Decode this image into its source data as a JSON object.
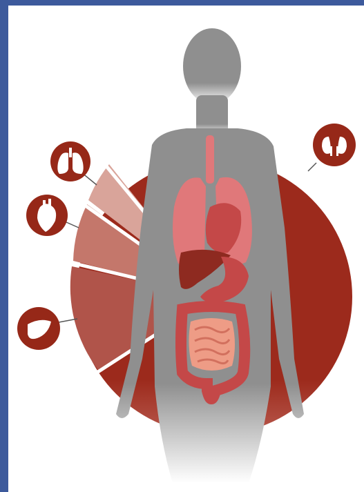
{
  "colors": {
    "frame": "#3d5a9c",
    "ring": "#9c2a1c",
    "ring_segment_light": "#d9a49a",
    "ring_segment_mid": "#c4776b",
    "ring_segment_dark": "#b0544a",
    "icon_badge": "#962818",
    "silhouette": "#8f8f8f",
    "organ_pink": "#e0787a",
    "organ_red": "#c44848",
    "organ_dark": "#8e2a20",
    "intestine": "#ee9c86"
  },
  "icons": [
    "lungs-icon",
    "heart-icon",
    "liver-icon",
    "kidneys-icon"
  ],
  "ring_segments": [
    {
      "name": "lungs-segment",
      "share": 0.1
    },
    {
      "name": "heart-segment",
      "share": 0.13
    },
    {
      "name": "liver-segment",
      "share": 0.27
    }
  ]
}
